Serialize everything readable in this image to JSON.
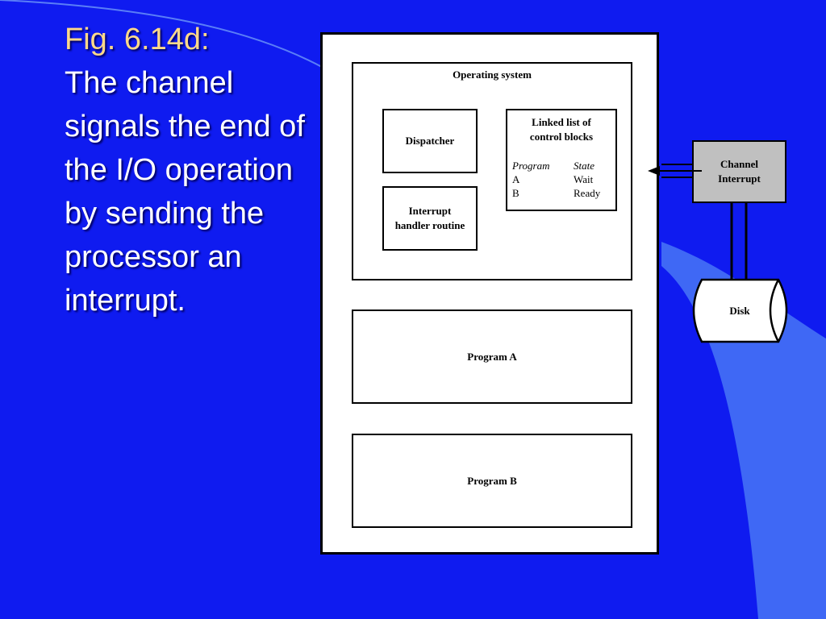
{
  "caption": {
    "fig": "Fig. 6.14d:",
    "text": "The channel signals the end of the I/O operation by  sending the processor an interrupt."
  },
  "diagram": {
    "os_label": "Operating system",
    "dispatcher_label": "Dispatcher",
    "handler_line1": "Interrupt",
    "handler_line2": "handler routine",
    "linked_line1": "Linked list of",
    "linked_line2": "control blocks",
    "table_headers": [
      "Program",
      "State"
    ],
    "table_rows": [
      {
        "program": "A",
        "state": "Wait"
      },
      {
        "program": "B",
        "state": "Ready"
      }
    ],
    "program_a_label": "Program A",
    "program_b_label": "Program B",
    "channel_line1": "Channel",
    "channel_line2": "Interrupt",
    "disk_label": "Disk"
  },
  "colors": {
    "background": "#0f1bf0",
    "swoosh": "#3f68f5",
    "fig_label": "#ffd98a",
    "channel_fill": "#c0c0c0"
  }
}
